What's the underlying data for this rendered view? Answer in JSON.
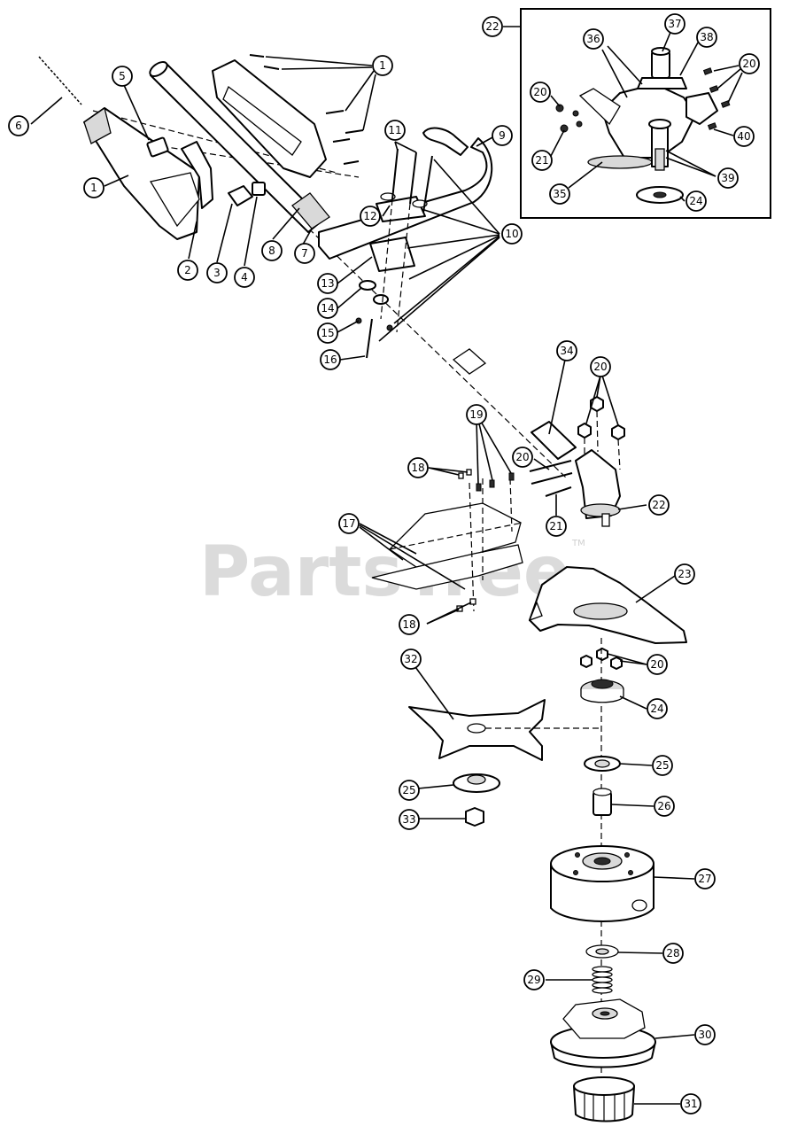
{
  "watermark": {
    "text": "PartsTree",
    "trademark": "TM"
  },
  "callouts": [
    {
      "id": "c1a",
      "label": "1"
    },
    {
      "id": "c1b",
      "label": "1"
    },
    {
      "id": "c2",
      "label": "2"
    },
    {
      "id": "c3",
      "label": "3"
    },
    {
      "id": "c4",
      "label": "4"
    },
    {
      "id": "c5",
      "label": "5"
    },
    {
      "id": "c6",
      "label": "6"
    },
    {
      "id": "c7",
      "label": "7"
    },
    {
      "id": "c8",
      "label": "8"
    },
    {
      "id": "c9",
      "label": "9"
    },
    {
      "id": "c10",
      "label": "10"
    },
    {
      "id": "c11",
      "label": "11"
    },
    {
      "id": "c12",
      "label": "12"
    },
    {
      "id": "c13",
      "label": "13"
    },
    {
      "id": "c14",
      "label": "14"
    },
    {
      "id": "c15",
      "label": "15"
    },
    {
      "id": "c16",
      "label": "16"
    },
    {
      "id": "c17",
      "label": "17"
    },
    {
      "id": "c18a",
      "label": "18"
    },
    {
      "id": "c18b",
      "label": "18"
    },
    {
      "id": "c19",
      "label": "19"
    },
    {
      "id": "c20a",
      "label": "20"
    },
    {
      "id": "c20b",
      "label": "20"
    },
    {
      "id": "c20c",
      "label": "20"
    },
    {
      "id": "c20d",
      "label": "20"
    },
    {
      "id": "c20e",
      "label": "20"
    },
    {
      "id": "c21a",
      "label": "21"
    },
    {
      "id": "c21b",
      "label": "21"
    },
    {
      "id": "c22a",
      "label": "22"
    },
    {
      "id": "c22b",
      "label": "22"
    },
    {
      "id": "c23",
      "label": "23"
    },
    {
      "id": "c24a",
      "label": "24"
    },
    {
      "id": "c24b",
      "label": "24"
    },
    {
      "id": "c25a",
      "label": "25"
    },
    {
      "id": "c25b",
      "label": "25"
    },
    {
      "id": "c26",
      "label": "26"
    },
    {
      "id": "c27",
      "label": "27"
    },
    {
      "id": "c28",
      "label": "28"
    },
    {
      "id": "c29",
      "label": "29"
    },
    {
      "id": "c30",
      "label": "30"
    },
    {
      "id": "c31",
      "label": "31"
    },
    {
      "id": "c32",
      "label": "32"
    },
    {
      "id": "c33",
      "label": "33"
    },
    {
      "id": "c34",
      "label": "34"
    },
    {
      "id": "c35",
      "label": "35"
    },
    {
      "id": "c36",
      "label": "36"
    },
    {
      "id": "c37",
      "label": "37"
    },
    {
      "id": "c38",
      "label": "38"
    },
    {
      "id": "c39",
      "label": "39"
    },
    {
      "id": "c40",
      "label": "40"
    }
  ]
}
